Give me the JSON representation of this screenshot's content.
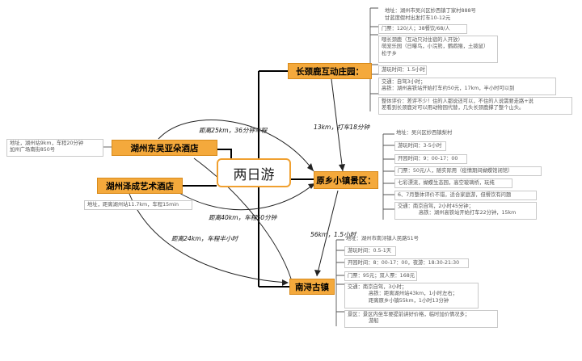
{
  "center": {
    "label": "两日游"
  },
  "nodes": {
    "giraffe": "长颈鹿互动庄园：",
    "yuanxiang": "原乡小镇景区：",
    "nanxun": "南浔古镇",
    "dongwu": "湖州东吴亚朵酒店",
    "zecheng": "湖州泽成艺术酒店"
  },
  "routes": {
    "giraffe_yuanxiang": "13km，打车18分钟",
    "dongwu_yuanxiang": "距离25km，36分钟车程",
    "zecheng_yuanxiang": "距离40km，车程50分钟",
    "zecheng_nanxun": "距离24km，车程半小时",
    "yuanxiang_nanxun": "56km，1.5小时"
  },
  "hotels": {
    "dongwu_lines": [
      "地址，湖州站9km，车程20分钟",
      "加州广场南街850号"
    ],
    "zecheng_line": "地址，距离湖州站11.7km，车程15min"
  },
  "giraffe_info": {
    "address": [
      "地址：湖州市吴兴区妙西镇丁家村888号",
      "甘蓝度假村出发打车10-12元"
    ],
    "tickets": "门票：120/人；38餐饮/68/人",
    "highlights": [
      "喂长颈鹿（互动只对住宿的人开放）",
      "萌宠乐园（日曝鸟，小浣熊，鹦鹉猴，土拨鼠）",
      "松子乡"
    ],
    "duration": "游玩时间：1.5小时",
    "transport": [
      "交通：自驾3小时；",
      "高铁：湖州高铁站开始打车约50元，17km，半小时可以到"
    ],
    "review": [
      "整体评价：差评不少！住的人都说还可以，不住的人说需要走路+说",
      "差看到长颈鹿对可以用动物园代替，几头长颈鹿撑了整个山头。"
    ]
  },
  "yuanxiang_info": {
    "address": "地址：吴兴区妙西镇梨村",
    "duration": "游玩时间：3-5小时",
    "hours": "开园时间：9：00-17：00",
    "tickets": "门票：50元/人，随实际用（疫情期间蝴蝶馆闭馆）",
    "features": "七彩漂流，蝴蝶生态园，高空玻璃桥，玩纯",
    "review": "6、7月整体评价不错，适合家庭游，但餐饮有问题",
    "transport": [
      "交通：南京自驾，2小时45分钟；",
      "高铁：湖州高铁站开始打车22分钟，15km"
    ]
  },
  "nanxun_info": {
    "address": "地址：湖州市南浔镇人民路51号",
    "duration": "游玩时间：0.5-1天",
    "hours": "开园时间：8：00-17：00，夜游：18:30-21:30",
    "tickets": "门票：95元；双人票：168元",
    "transport": [
      "交通：南京自驾，3小时；",
      "高铁：距离湖州站43km，1小时左右；",
      "距离原乡小镇55km，1小时13分钟"
    ],
    "notes": [
      "景区：景区内坐车要提前讲好价格，临时加价情况多；",
      "游船"
    ]
  },
  "colors": {
    "node_fill": "#f4a93c",
    "center_border": "#f0a030",
    "line": "#000000"
  }
}
